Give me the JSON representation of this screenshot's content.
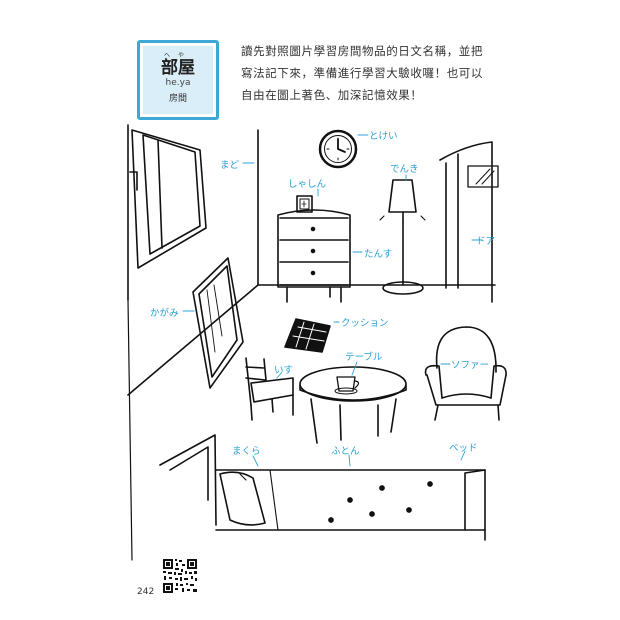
{
  "title": {
    "ruby": "へや",
    "kanji": "部屋",
    "romaji": "he.ya",
    "chinese": "房間"
  },
  "instruction": "讀先對照圖片學習房間物品的日文名稱，並把寫法記下來，準備進行學習大驗收囉！也可以自由在圖上著色、加深記憶效果！",
  "labels": {
    "mado": "まど",
    "tokei": "とけい",
    "shashin": "しゃしん",
    "denki": "でんき",
    "tansu": "たんす",
    "doa": "ドア",
    "kagami": "かがみ",
    "kusshon": "クッション",
    "teeburu": "テーブル",
    "isu": "いす",
    "sofaa": "ソファー",
    "makura": "まくら",
    "futon": "ふとん",
    "beddo": "ベッド"
  },
  "page_number": "242",
  "colors": {
    "accent": "#3da7d8",
    "label": "#2b9fd4",
    "title_fill": "#d9eef8"
  }
}
